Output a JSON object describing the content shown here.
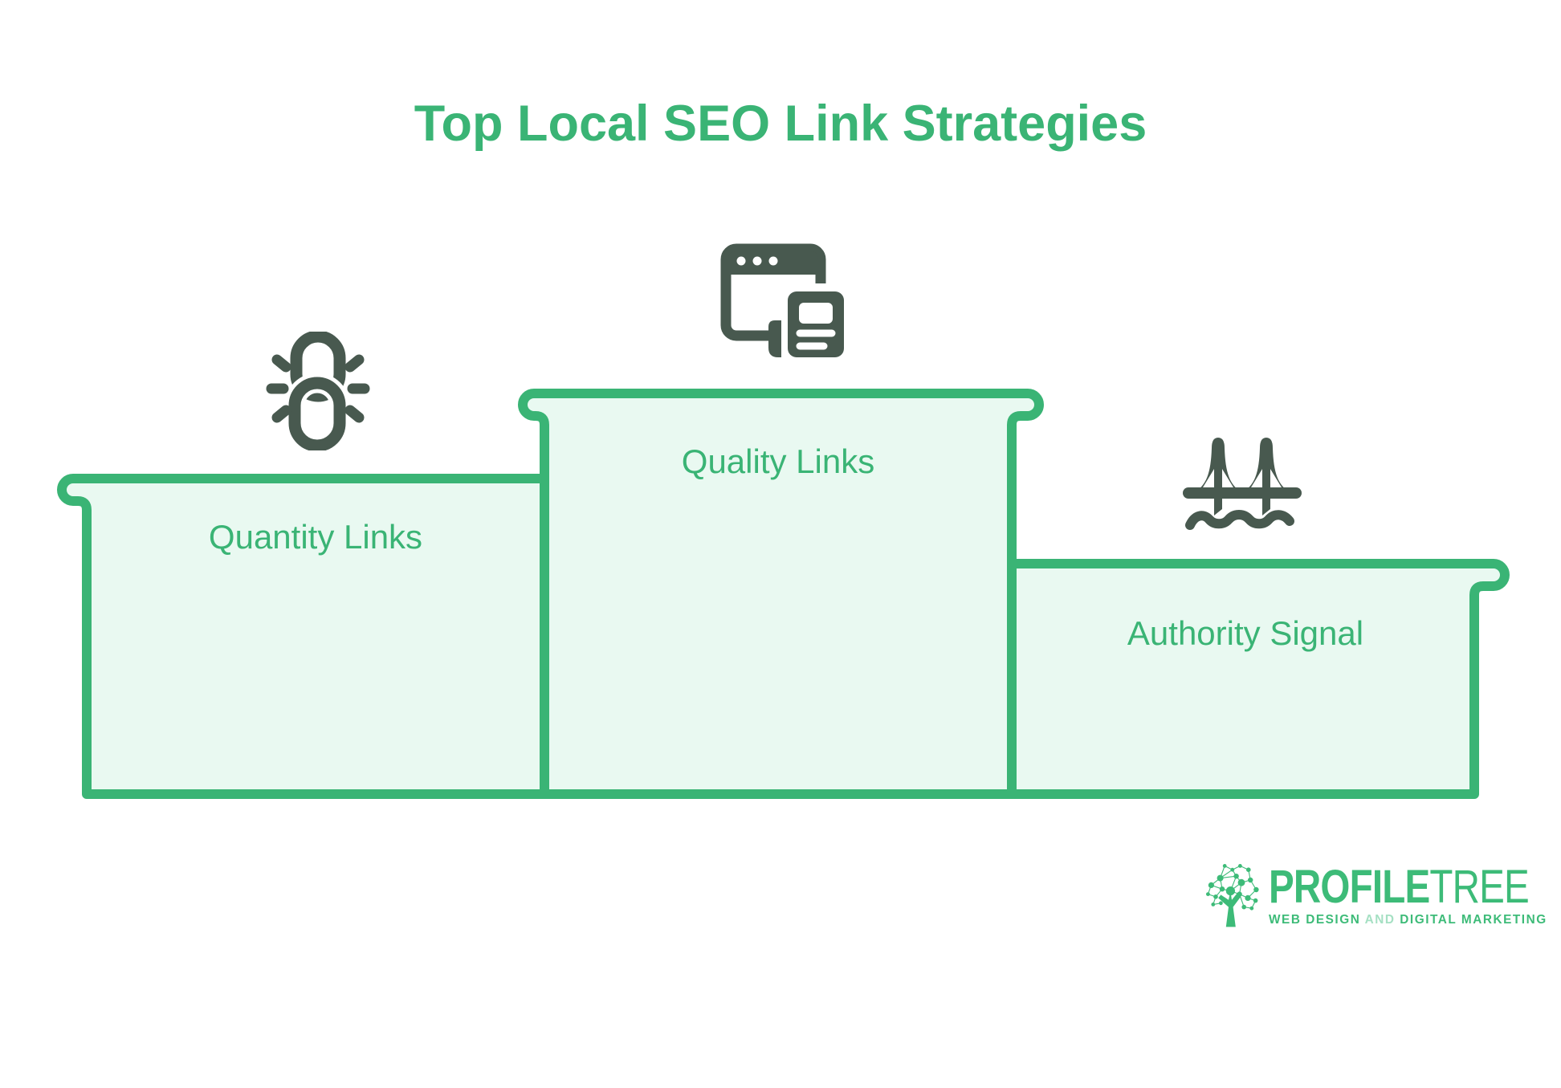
{
  "title": "Top Local SEO Link Strategies",
  "podiums": [
    {
      "label": "Quantity Links",
      "icon": "chain-link-icon",
      "position": "left",
      "rank": 2
    },
    {
      "label": "Quality Links",
      "icon": "browser-news-icon",
      "position": "center",
      "rank": 1
    },
    {
      "label": "Authority Signal",
      "icon": "bridge-icon",
      "position": "right",
      "rank": 3
    }
  ],
  "logo": {
    "brand_primary": "PROFILE",
    "brand_secondary": "TREE",
    "tagline_lead": "WEB DESIGN",
    "tagline_connector": " AND ",
    "tagline_tail": "DIGITAL MARKETING"
  },
  "colors": {
    "accent_green": "#3ab475",
    "panel_fill": "#e9f9f1",
    "icon_dark": "#48594f",
    "logo_green": "#3dbb78",
    "logo_light_green": "#a5e0c3"
  }
}
